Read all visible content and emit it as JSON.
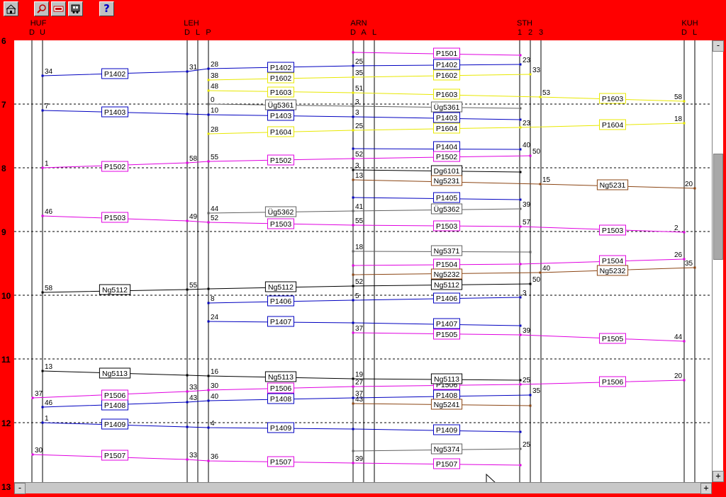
{
  "toolbar": {
    "buttons": [
      {
        "id": "home",
        "icon": "home-icon"
      },
      {
        "id": "search",
        "icon": "magnifier-icon"
      },
      {
        "id": "minus",
        "icon": "minus-box-icon"
      },
      {
        "id": "train",
        "icon": "train-icon"
      },
      {
        "id": "help",
        "icon": "help-icon",
        "label": "?"
      }
    ]
  },
  "stations": [
    {
      "name": "HUF",
      "tracks": "D U"
    },
    {
      "name": "LEH",
      "tracks": "D L P"
    },
    {
      "name": "ARN",
      "tracks": "D A L"
    },
    {
      "name": "STH",
      "tracks": "1 2 3"
    },
    {
      "name": "KUH",
      "tracks": "D L"
    }
  ],
  "hour_labels": [
    "6",
    "7",
    "8",
    "9",
    "10",
    "11",
    "12",
    "13"
  ],
  "colors": {
    "background": "#ff0000",
    "canvas": "#ffffff",
    "P14": "#0000c0",
    "P15": "#e000e0",
    "P16": "#e8e800",
    "Ng": "#000000",
    "Ug": "#606060",
    "Ng52": "#8b4513"
  },
  "trains": [
    {
      "id": "P1402",
      "color": "#0000c0",
      "pts": [
        [
          60,
          107,
          "34"
        ],
        [
          264,
          101,
          "31"
        ],
        [
          294,
          97,
          "28"
        ],
        [
          498,
          93,
          "25"
        ],
        [
          734,
          91,
          "23"
        ]
      ],
      "labels": [
        [
          162,
          104,
          "P1402"
        ],
        [
          396,
          95,
          "P1402"
        ],
        [
          630,
          91,
          "P1402"
        ]
      ]
    },
    {
      "id": "P1403",
      "color": "#0000c0",
      "pts": [
        [
          60,
          156,
          "7"
        ],
        [
          264,
          161,
          ""
        ],
        [
          294,
          162,
          "10"
        ],
        [
          498,
          165,
          "3"
        ],
        [
          734,
          169,
          ""
        ]
      ],
      "labels": [
        [
          162,
          158,
          "P1403"
        ],
        [
          396,
          163,
          "P1403"
        ],
        [
          630,
          166,
          "P1403"
        ]
      ]
    },
    {
      "id": "P1404",
      "color": "#0000c0",
      "pts": [
        [
          498,
          210,
          ""
        ],
        [
          734,
          211,
          "40"
        ]
      ],
      "labels": [
        [
          630,
          207,
          "P1404"
        ]
      ]
    },
    {
      "id": "P1405",
      "color": "#0000c0",
      "pts": [
        [
          498,
          279,
          ""
        ],
        [
          734,
          282,
          ""
        ]
      ],
      "labels": [
        [
          630,
          279,
          "P1405"
        ]
      ]
    },
    {
      "id": "P1406",
      "color": "#0000c0",
      "pts": [
        [
          294,
          428,
          "8"
        ],
        [
          498,
          424,
          "5"
        ],
        [
          734,
          420,
          "3"
        ]
      ],
      "labels": [
        [
          396,
          425,
          "P1406"
        ],
        [
          630,
          421,
          "P1406"
        ]
      ]
    },
    {
      "id": "P1407",
      "color": "#0000c0",
      "pts": [
        [
          294,
          454,
          "24"
        ],
        [
          498,
          456,
          ""
        ],
        [
          734,
          460,
          ""
        ]
      ],
      "labels": [
        [
          396,
          454,
          "P1407"
        ],
        [
          630,
          457,
          "P1407"
        ]
      ]
    },
    {
      "id": "P1408",
      "color": "#0000c0",
      "pts": [
        [
          60,
          575,
          "46"
        ],
        [
          264,
          568,
          "43"
        ],
        [
          294,
          566,
          "40"
        ],
        [
          498,
          562,
          "37"
        ],
        [
          748,
          558,
          "35"
        ]
      ],
      "labels": [
        [
          162,
          572,
          "P1408"
        ],
        [
          396,
          563,
          "P1408"
        ],
        [
          630,
          558,
          "P1408"
        ]
      ]
    },
    {
      "id": "P1409",
      "color": "#0000c0",
      "pts": [
        [
          60,
          597,
          "1"
        ],
        [
          264,
          603,
          ""
        ],
        [
          294,
          604,
          "4"
        ],
        [
          498,
          606,
          ""
        ],
        [
          734,
          610,
          ""
        ]
      ],
      "labels": [
        [
          162,
          599,
          "P1409"
        ],
        [
          396,
          604,
          "P1409"
        ],
        [
          630,
          607,
          "P1409"
        ]
      ]
    },
    {
      "id": "P1501",
      "color": "#e000e0",
      "pts": [
        [
          498,
          74,
          ""
        ],
        [
          734,
          78,
          ""
        ]
      ],
      "labels": [
        [
          630,
          75,
          "P1501"
        ]
      ]
    },
    {
      "id": "P1502",
      "color": "#e000e0",
      "pts": [
        [
          60,
          237,
          "1"
        ],
        [
          264,
          230,
          "58"
        ],
        [
          294,
          228,
          "55"
        ],
        [
          498,
          224,
          "52"
        ],
        [
          748,
          220,
          "50"
        ]
      ],
      "labels": [
        [
          162,
          235,
          "P1502"
        ],
        [
          396,
          226,
          "P1502"
        ],
        [
          630,
          221,
          "P1502"
        ]
      ]
    },
    {
      "id": "P1503",
      "color": "#e000e0",
      "pts": [
        [
          60,
          305,
          "46"
        ],
        [
          264,
          312,
          "49"
        ],
        [
          294,
          314,
          "52"
        ],
        [
          498,
          318,
          "55"
        ],
        [
          734,
          320,
          "57"
        ],
        [
          965,
          328,
          "2"
        ]
      ],
      "labels": [
        [
          162,
          307,
          "P1503"
        ],
        [
          396,
          316,
          "P1503"
        ],
        [
          630,
          319,
          "P1503"
        ],
        [
          864,
          325,
          "P1503"
        ]
      ]
    },
    {
      "id": "P1504",
      "color": "#e000e0",
      "pts": [
        [
          498,
          375,
          ""
        ],
        [
          734,
          373,
          ""
        ],
        [
          965,
          366,
          "26"
        ]
      ],
      "labels": [
        [
          630,
          373,
          "P1504"
        ],
        [
          864,
          368,
          "P1504"
        ]
      ]
    },
    {
      "id": "P1505",
      "color": "#e000e0",
      "pts": [
        [
          498,
          470,
          "37"
        ],
        [
          734,
          473,
          "39"
        ],
        [
          965,
          482,
          "44"
        ]
      ],
      "labels": [
        [
          630,
          472,
          "P1505"
        ],
        [
          864,
          478,
          "P1505"
        ]
      ]
    },
    {
      "id": "P1506",
      "color": "#e000e0",
      "pts": [
        [
          46,
          562,
          "37"
        ],
        [
          264,
          553,
          "33"
        ],
        [
          294,
          551,
          "30"
        ],
        [
          498,
          546,
          "27"
        ],
        [
          734,
          543,
          "25"
        ],
        [
          965,
          537,
          "20"
        ]
      ],
      "labels": [
        [
          162,
          558,
          "P1506"
        ],
        [
          396,
          548,
          "P1506"
        ],
        [
          630,
          543,
          "P1506"
        ],
        [
          864,
          539,
          "P1506"
        ]
      ]
    },
    {
      "id": "P1507",
      "color": "#e000e0",
      "pts": [
        [
          46,
          642,
          "30"
        ],
        [
          264,
          649,
          "33"
        ],
        [
          294,
          651,
          "36"
        ],
        [
          498,
          654,
          "39"
        ],
        [
          734,
          657,
          ""
        ]
      ],
      "labels": [
        [
          162,
          643,
          "P1507"
        ],
        [
          396,
          652,
          "P1507"
        ],
        [
          630,
          655,
          "P1507"
        ]
      ]
    },
    {
      "id": "P1602",
      "color": "#e8e800",
      "pts": [
        [
          294,
          113,
          "38"
        ],
        [
          498,
          109,
          "35"
        ],
        [
          748,
          105,
          "33"
        ]
      ],
      "labels": [
        [
          396,
          110,
          "P1602"
        ],
        [
          630,
          106,
          "P1602"
        ]
      ]
    },
    {
      "id": "P1603",
      "color": "#e8e800",
      "pts": [
        [
          294,
          128,
          "48"
        ],
        [
          498,
          131,
          "51"
        ],
        [
          762,
          137,
          "53"
        ],
        [
          965,
          143,
          "58"
        ]
      ],
      "labels": [
        [
          396,
          130,
          "P1603"
        ],
        [
          630,
          133,
          "P1603"
        ],
        [
          864,
          139,
          "P1603"
        ]
      ]
    },
    {
      "id": "P1604",
      "color": "#e8e800",
      "pts": [
        [
          294,
          189,
          "28"
        ],
        [
          498,
          184,
          "25"
        ],
        [
          734,
          180,
          "23"
        ],
        [
          965,
          174,
          "18"
        ]
      ],
      "labels": [
        [
          396,
          186,
          "P1604"
        ],
        [
          630,
          181,
          "P1604"
        ],
        [
          864,
          176,
          "P1604"
        ]
      ]
    },
    {
      "id": "Ug5361",
      "color": "#606060",
      "pts": [
        [
          294,
          147,
          "0"
        ],
        [
          498,
          150,
          "3"
        ],
        [
          734,
          153,
          ""
        ]
      ],
      "labels": [
        [
          396,
          148,
          "Üg5361"
        ],
        [
          630,
          151,
          "Üg5361"
        ]
      ]
    },
    {
      "id": "Ug5362",
      "color": "#606060",
      "pts": [
        [
          294,
          301,
          "44"
        ],
        [
          498,
          298,
          "41"
        ],
        [
          734,
          295,
          "39"
        ]
      ],
      "labels": [
        [
          396,
          299,
          "Üg5362"
        ],
        [
          630,
          295,
          "Üg5362"
        ]
      ]
    },
    {
      "id": "Ng5371",
      "color": "#606060",
      "pts": [
        [
          498,
          355,
          "18"
        ],
        [
          748,
          356,
          ""
        ]
      ],
      "labels": [
        [
          630,
          354,
          "Ng5371"
        ]
      ]
    },
    {
      "id": "Ng5374",
      "color": "#606060",
      "pts": [
        [
          498,
          637,
          ""
        ],
        [
          734,
          634,
          "25"
        ]
      ],
      "labels": [
        [
          630,
          634,
          "Ng5374"
        ]
      ]
    },
    {
      "id": "Dg6101",
      "color": "#000000",
      "pts": [
        [
          498,
          240,
          "3"
        ],
        [
          734,
          243,
          ""
        ]
      ],
      "labels": [
        [
          630,
          241,
          "Dg6101"
        ]
      ]
    },
    {
      "id": "Ng5112",
      "color": "#000000",
      "pts": [
        [
          60,
          413,
          "58"
        ],
        [
          264,
          409,
          "55"
        ],
        [
          294,
          408,
          ""
        ],
        [
          498,
          404,
          "52"
        ],
        [
          748,
          401,
          "50"
        ]
      ],
      "labels": [
        [
          162,
          409,
          "Ng5112"
        ],
        [
          396,
          405,
          "Ng5112"
        ],
        [
          630,
          402,
          "Ng5112"
        ]
      ]
    },
    {
      "id": "Ng5113",
      "color": "#000000",
      "pts": [
        [
          60,
          524,
          "13"
        ],
        [
          264,
          530,
          ""
        ],
        [
          294,
          531,
          "16"
        ],
        [
          498,
          535,
          "19"
        ],
        [
          734,
          537,
          ""
        ]
      ],
      "labels": [
        [
          162,
          527,
          "Ng5113"
        ],
        [
          396,
          532,
          "Ng5113"
        ],
        [
          630,
          535,
          "Ng5113"
        ]
      ]
    },
    {
      "id": "Ng5231",
      "color": "#8b4513",
      "pts": [
        [
          498,
          254,
          "13"
        ],
        [
          762,
          260,
          "15"
        ],
        [
          980,
          266,
          "20"
        ]
      ],
      "labels": [
        [
          630,
          255,
          "Ng5231"
        ],
        [
          864,
          261,
          "Ng5231"
        ]
      ]
    },
    {
      "id": "Ng5232",
      "color": "#8b4513",
      "pts": [
        [
          498,
          388,
          ""
        ],
        [
          762,
          385,
          "40"
        ],
        [
          980,
          378,
          "35"
        ]
      ],
      "labels": [
        [
          630,
          387,
          "Ng5232"
        ],
        [
          864,
          382,
          "Ng5232"
        ]
      ]
    },
    {
      "id": "Ng5241",
      "color": "#8b4513",
      "pts": [
        [
          498,
          570,
          "43"
        ],
        [
          748,
          573,
          ""
        ]
      ],
      "labels": [
        [
          630,
          571,
          "Ng5241"
        ]
      ]
    }
  ],
  "scrollbar": {
    "left_arrow": "-",
    "right_arrow": "+",
    "up_arrow": "-",
    "down_arrow": "+"
  }
}
